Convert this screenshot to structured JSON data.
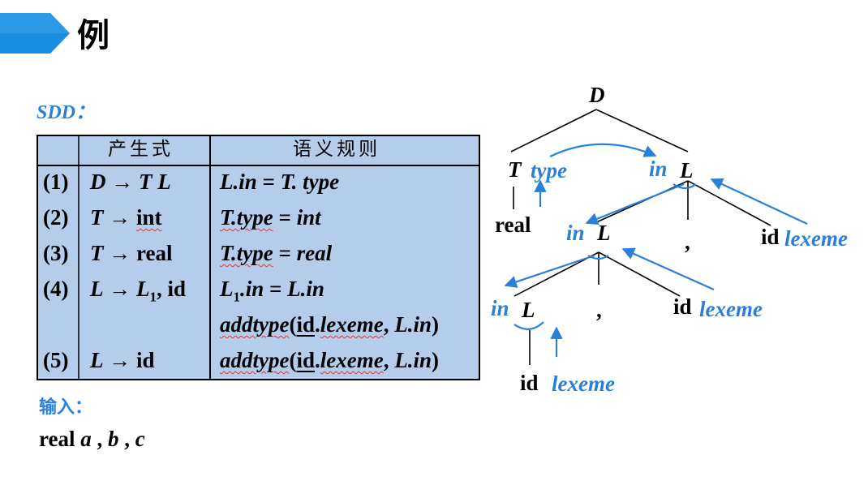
{
  "title": "例",
  "sdd_label": "SDD：",
  "table": {
    "headers": [
      "产生式",
      "语义规则"
    ],
    "rows": [
      {
        "num": "(1)",
        "production": "D → T L",
        "rule": "L.in = T. type"
      },
      {
        "num": "(2)",
        "production": "T → int",
        "rule": "T.type = int"
      },
      {
        "num": "(3)",
        "production": "T → real",
        "rule": "T.type = real"
      },
      {
        "num": "(4)",
        "production": "L → L1, id",
        "rule": "L1.in = L.in"
      },
      {
        "num": "",
        "production": "",
        "rule": "addtype(id.lexeme, L.in)"
      },
      {
        "num": "(5)",
        "production": "L → id",
        "rule": "addtype(id.lexeme, L.in)"
      }
    ]
  },
  "input_label": "输入：",
  "input_value": "real a , b , c",
  "tree": {
    "root": "D",
    "T": "T",
    "type_attr": "type",
    "in_attr": "in",
    "L": "L",
    "real": "real",
    "comma": ",",
    "id": "id",
    "lexeme_attr": "lexeme"
  },
  "colors": {
    "accent": "#2a7fd8",
    "table_bg": "#b4cdeb"
  }
}
